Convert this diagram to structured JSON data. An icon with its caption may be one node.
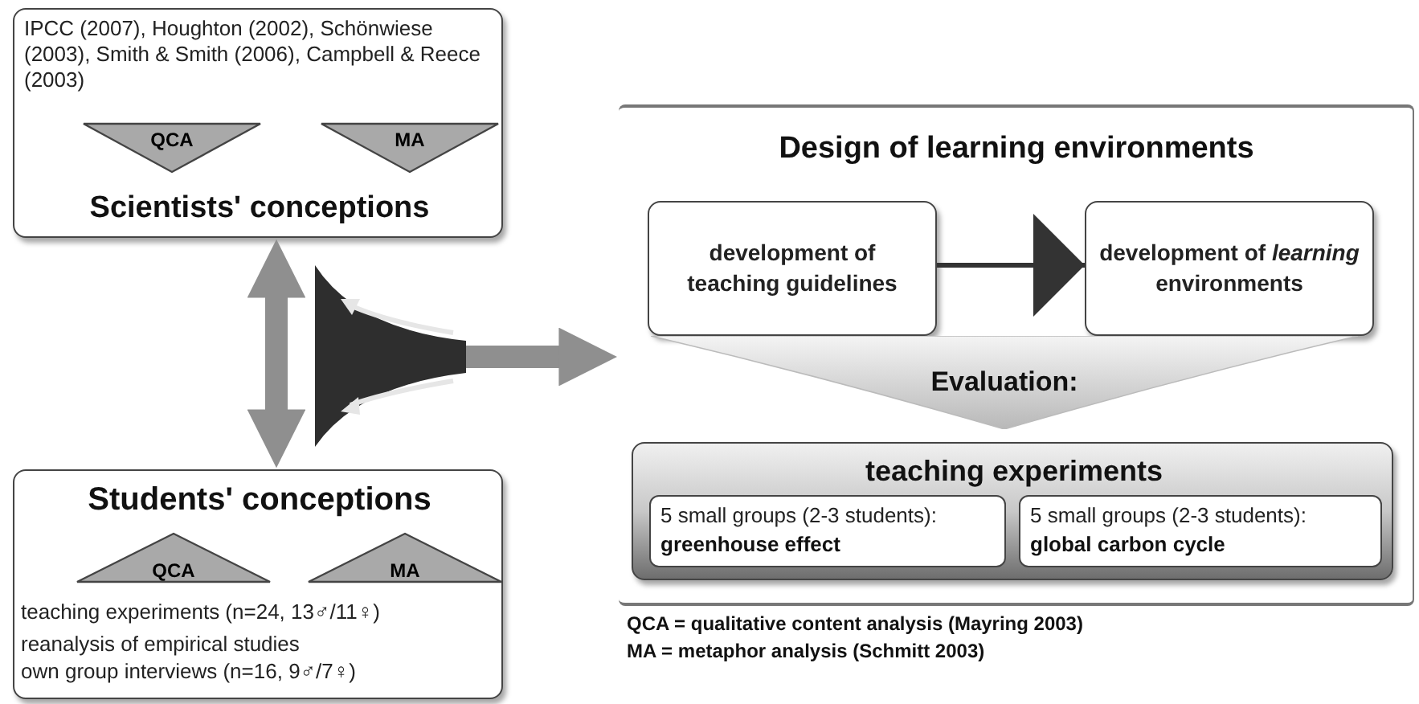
{
  "diagram": {
    "nodes": [
      {
        "text": [
          "IPCC (2007), Houghton (2002), Schönwiese (2003), Smith & Smith (2006), Campbell & Reece (2003)",
          "Scientists' conceptions"
        ]
      },
      {
        "text": [
          "QCA"
        ],
        "in": 0
      },
      {
        "text": [
          "MA"
        ],
        "in": 0
      },
      {
        "text": [
          "Students' conceptions",
          "teaching experiments (n=24, 13♂/11♀)",
          "reanalysis of empirical studies",
          "own group interviews (n=16, 9♂/7♀)"
        ]
      },
      {
        "text": [
          "QCA"
        ],
        "in": 3
      },
      {
        "text": [
          "MA"
        ],
        "in": 3
      },
      {
        "text": [
          "Design of learning environments"
        ]
      },
      {
        "text": [
          "development of teaching guidelines"
        ],
        "in": 6
      },
      {
        "text": [
          "development of *learning* environments"
        ],
        "in": 6
      },
      {
        "text": [
          "Evaluation:"
        ],
        "in": 6
      },
      {
        "text": [
          "teaching experiments"
        ],
        "in": 6
      },
      {
        "text": [
          "5 small groups (2-3 students):",
          "greenhouse effect"
        ],
        "in": 10
      },
      {
        "text": [
          "5 small groups (2-3 students):",
          "global carbon cycle"
        ],
        "in": 10
      }
    ],
    "edges": [
      {
        "from": 0,
        "to": 3,
        "arrow": "both"
      },
      {
        "from": null,
        "to": 6,
        "arrow": "to"
      },
      {
        "from": 7,
        "to": 8,
        "arrow": "to",
        "color": "#333333"
      }
    ],
    "labels": [
      "QCA = qualitative content analysis (Mayring 2003)",
      "MA = metaphor analysis (Schmitt 2003)"
    ]
  }
}
